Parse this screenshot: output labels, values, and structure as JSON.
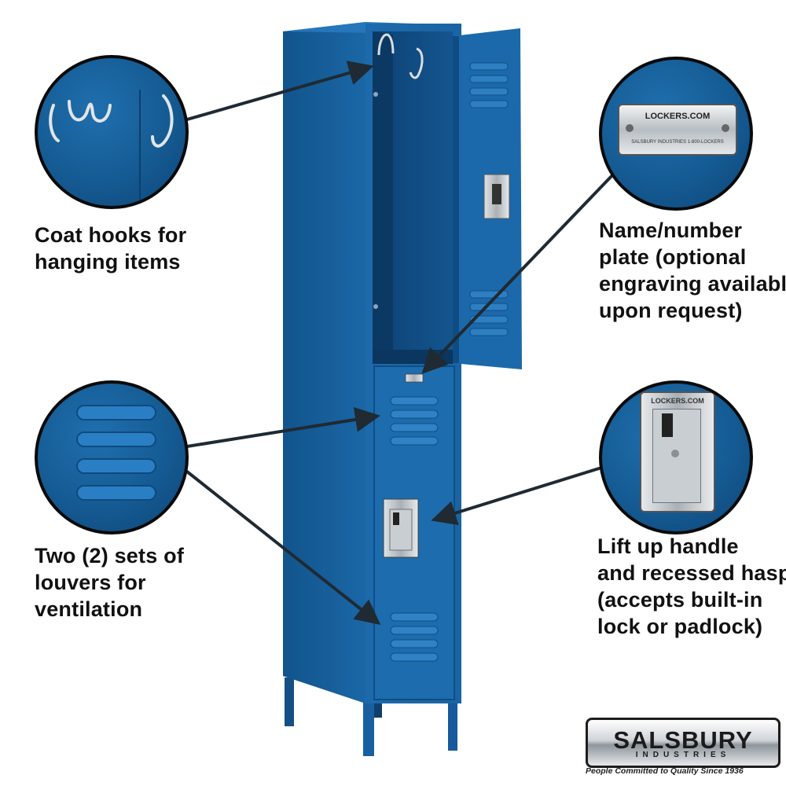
{
  "callouts": {
    "coat_hooks": [
      "Coat hooks for",
      "hanging items"
    ],
    "name_plate": [
      "Name/number",
      "plate (optional",
      "engraving available",
      "upon request)"
    ],
    "louvers": [
      "Two (2) sets of",
      "louvers for",
      "ventilation"
    ],
    "handle": [
      "Lift up handle",
      "and recessed hasp",
      "(accepts built-in",
      "lock or padlock)"
    ]
  },
  "plate_text": {
    "top": "LOCKERS.COM",
    "bottom": "SALSBURY INDUSTRIES     1-800-LOCKERS"
  },
  "hasp_text": "LOCKERS.COM",
  "brand": {
    "name": "SALSBURY",
    "sub": "INDUSTRIES",
    "tagline": "People Committed to Quality Since 1936"
  },
  "colors": {
    "locker_blue": "#1a64a3",
    "text": "#111111",
    "arrow": "#1f2a33"
  }
}
